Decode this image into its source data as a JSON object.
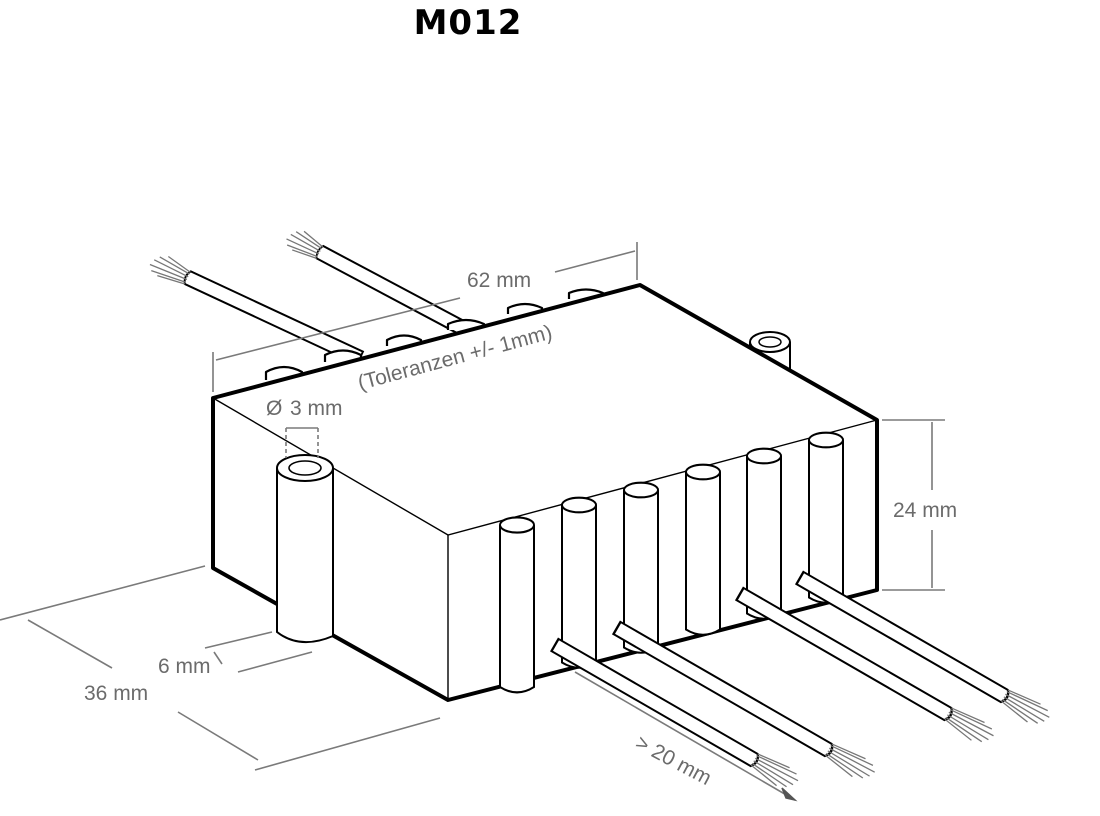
{
  "title": "M012",
  "dimensions": {
    "length": "62 mm",
    "tolerance": "(Toleranzen +/- 1mm)",
    "hole_diameter": "3 mm",
    "diameter_symbol": "Ø",
    "height": "24 mm",
    "post_offset": "6 mm",
    "width": "36 mm",
    "wire_length": "> 20 mm"
  }
}
